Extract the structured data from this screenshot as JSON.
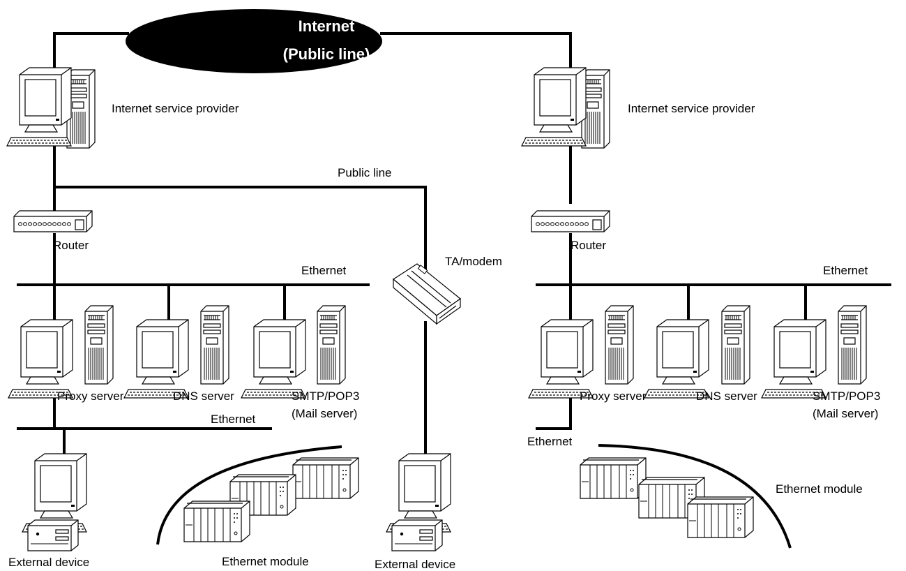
{
  "cloud": {
    "line1": "Internet",
    "line2": "(Public line)"
  },
  "labels": {
    "isp_left": "Internet service provider",
    "isp_right": "Internet service provider",
    "public_line": "Public line",
    "router_left": "Router",
    "router_right": "Router",
    "ta_modem": "TA/modem",
    "ethernet_left_top": "Ethernet",
    "ethernet_left_bottom": "Ethernet",
    "ethernet_right_top": "Ethernet",
    "ethernet_right_bottom": "Ethernet",
    "proxy_left": "Proxy server",
    "dns_left": "DNS server",
    "smtp_left_1": "SMTP/POP3",
    "smtp_left_2": "(Mail server)",
    "proxy_right": "Proxy server",
    "dns_right": "DNS server",
    "smtp_right_1": "SMTP/POP3",
    "smtp_right_2": "(Mail server)",
    "external_left": "External device",
    "external_mid": "External device",
    "ethmod_left": "Ethernet module",
    "ethmod_right": "Ethernet module"
  }
}
